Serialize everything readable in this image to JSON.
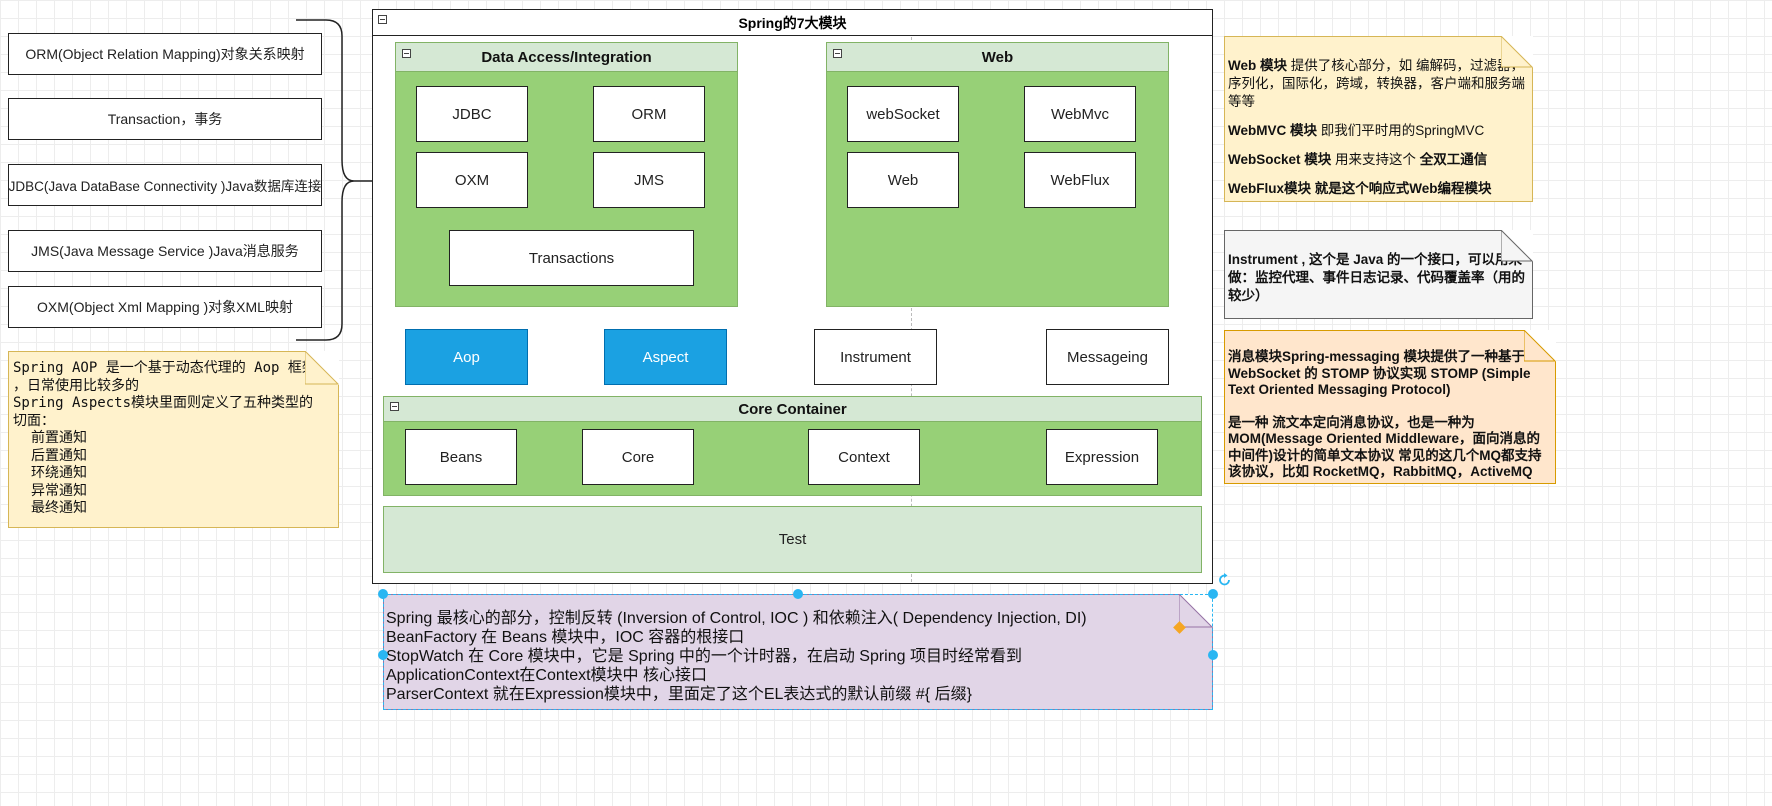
{
  "spring": {
    "title": "Spring的7大模块",
    "data_access": {
      "title": "Data Access/Integration",
      "items": [
        "JDBC",
        "ORM",
        "OXM",
        "JMS",
        "Transactions"
      ]
    },
    "web": {
      "title": "Web",
      "items": [
        "webSocket",
        "WebMvc",
        "Web",
        "WebFlux"
      ]
    },
    "middle": [
      "Aop",
      "Aspect",
      "Instrument",
      "Messageing"
    ],
    "core_container": {
      "title": "Core Container",
      "items": [
        "Beans",
        "Core",
        "Context",
        "Expression"
      ]
    },
    "test": "Test"
  },
  "left_list": [
    "ORM(Object Relation Mapping)对象关系映射",
    "Transaction，事务",
    "JDBC(Java DataBase Connectivity )Java数据库连接",
    "JMS(Java Message Service )Java消息服务",
    "OXM(Object Xml Mapping )对象XML映射"
  ],
  "aop_note": {
    "line1": "Spring AOP 是一个基于动态代理的 Aop 框架",
    "line2": "，日常使用比较多的",
    "line3": "Spring Aspects模块里面则定义了五种类型的",
    "line4": "切面：",
    "advices": [
      "前置通知",
      "后置通知",
      "环绕通知",
      "异常通知",
      "最终通知"
    ]
  },
  "web_note": {
    "p1_bold": "Web 模块",
    "p1_text": " 提供了核心部分，如 编解码，过滤器，序列化，国际化，跨域，转换器，客户端和服务端等等",
    "p2_bold": "WebMVC 模块",
    "p2_text": " 即我们平时用的SpringMVC",
    "p3_bold": "WebSocket 模块",
    "p3_text": " 用来支持这个 ",
    "p3_bold2": "全双工通信",
    "p4_bold": "WebFlux模块 就是这个响应式Web编程模块"
  },
  "instrument_note": "Instrument , 这个是 Java 的一个接口，可以用来做：监控代理、事件日志记录、代码覆盖率（用的较少）",
  "messaging_note": {
    "p1": "消息模块Spring-messaging 模块提供了一种基于WebSocket 的 STOMP 协议实现 STOMP (Simple Text Oriented Messaging Protocol)",
    "p2": "是一种 流文本定向消息协议，也是一种为MOM(Message Oriented Middleware，面向消息的中间件)设计的简单文本协议 常见的这几个MQ都支持该协议，比如 RocketMQ，RabbitMQ，ActiveMQ"
  },
  "core_note": [
    "Spring 最核心的部分，控制反转 (Inversion of Control, IOC ) 和依赖注入( Dependency Injection, DI)",
    "BeanFactory 在 Beans 模块中，IOC 容器的根接口",
    "StopWatch 在 Core 模块中，它是 Spring 中的一个计时器，在启动 Spring 项目时经常看到",
    "ApplicationContext在Context模块中 核心接口",
    "ParserContext 就在Expression模块中，里面定了这个EL表达式的默认前缀 #{  后缀}"
  ],
  "colors": {
    "green_fill": "#97d077",
    "green_header": "#d5e8d4",
    "blue": "#1ba1e2",
    "yellow_note": "#fff2cc",
    "orange_note": "#ffe6cc",
    "grey_note": "#f5f5f5",
    "purple_note": "#e1d5e7"
  }
}
